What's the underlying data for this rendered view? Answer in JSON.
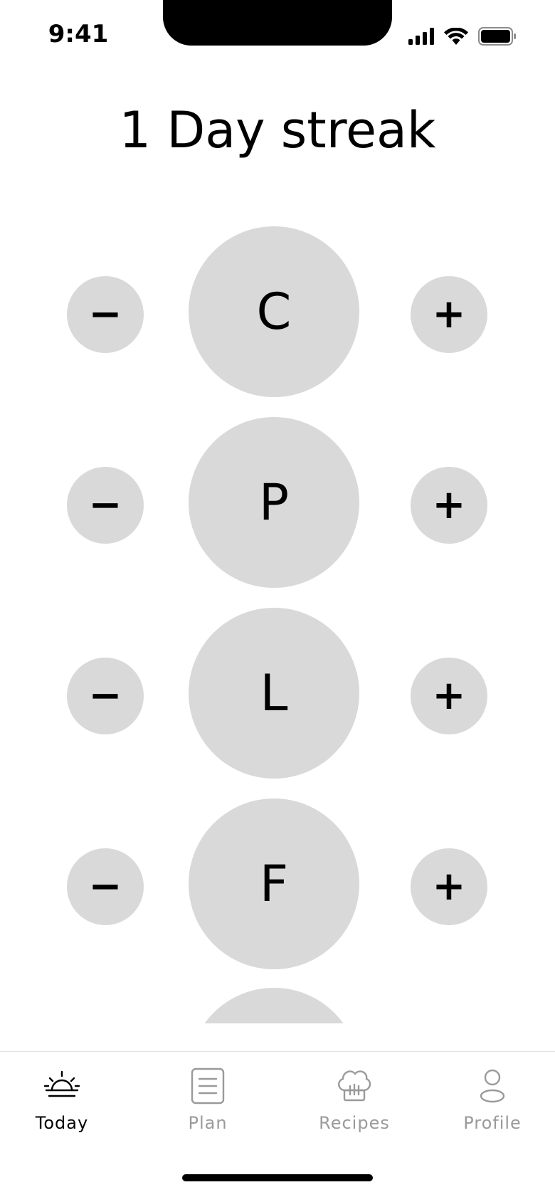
{
  "status_bar": {
    "time": "9:41",
    "icons": [
      "signal-icon",
      "wifi-icon",
      "battery-icon"
    ]
  },
  "title": "1 Day streak",
  "macros": [
    {
      "letter": "C",
      "minus": "−",
      "plus": "+"
    },
    {
      "letter": "P",
      "minus": "−",
      "plus": "+"
    },
    {
      "letter": "L",
      "minus": "−",
      "plus": "+"
    },
    {
      "letter": "F",
      "minus": "−",
      "plus": "+"
    }
  ],
  "tab_bar": {
    "tabs": [
      {
        "label": "Today",
        "icon": "sunrise-icon",
        "active": true
      },
      {
        "label": "Plan",
        "icon": "document-icon",
        "active": false
      },
      {
        "label": "Recipes",
        "icon": "chef-hat-icon",
        "active": false
      },
      {
        "label": "Profile",
        "icon": "user-icon",
        "active": false
      }
    ]
  },
  "colors": {
    "circle_fill": "#d9d9d9",
    "inactive_tab": "#9a9a9a",
    "active_tab": "#000000"
  }
}
